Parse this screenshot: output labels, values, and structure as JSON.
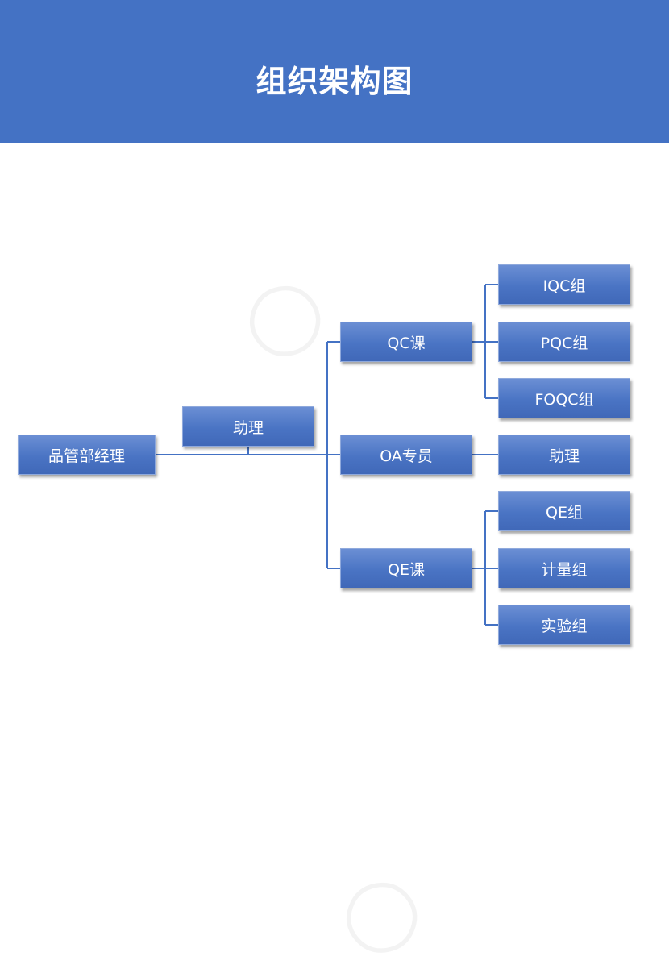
{
  "header": {
    "title": "组织架构图"
  },
  "org": {
    "root": "品管部经理",
    "assistant": "助理",
    "departments": [
      {
        "name": "QC课",
        "children": [
          "IQC组",
          "PQC组",
          "FOQC组"
        ]
      },
      {
        "name": "OA专员",
        "children": [
          "助理"
        ]
      },
      {
        "name": "QE课",
        "children": [
          "QE组",
          "计量组",
          "实验组"
        ]
      }
    ]
  },
  "colors": {
    "header_bg": "#4472c4",
    "node_bg": "#4a74c4",
    "line": "#4472c4"
  }
}
